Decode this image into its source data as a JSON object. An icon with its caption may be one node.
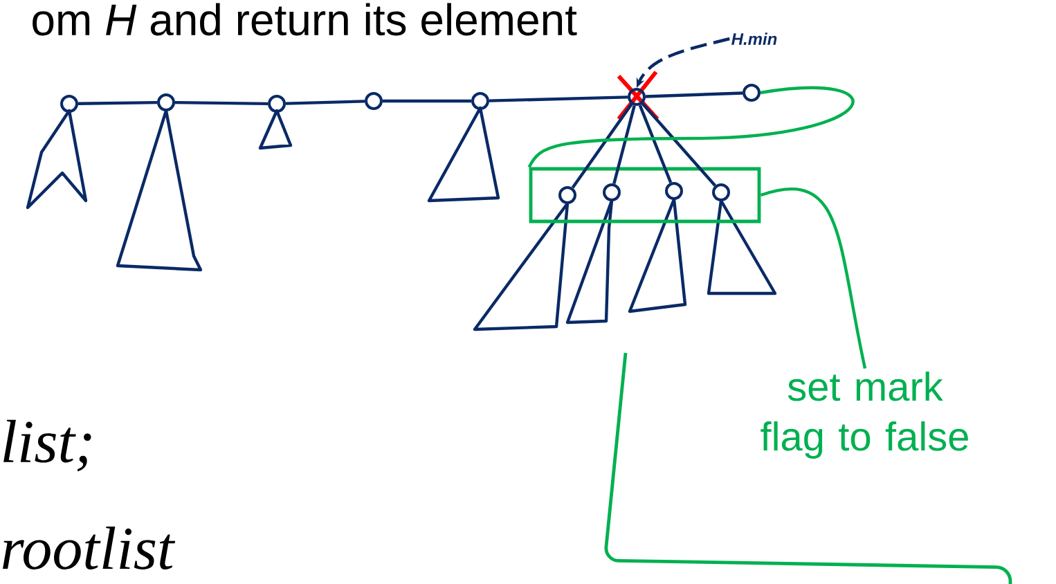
{
  "diagram": {
    "nodes": [
      {
        "text": [],
        "shape": "circle"
      },
      {
        "text": [],
        "shape": "circle"
      },
      {
        "text": [],
        "shape": "circle"
      },
      {
        "text": [],
        "shape": "circle"
      },
      {
        "text": [],
        "shape": "circle"
      },
      {
        "text": [],
        "shape": "circle"
      },
      {
        "text": [],
        "shape": "circle"
      },
      {
        "text": [],
        "shape": "box"
      },
      {
        "text": [],
        "shape": "circle",
        "in": 7
      },
      {
        "text": [],
        "shape": "circle",
        "in": 7
      },
      {
        "text": [],
        "shape": "circle",
        "in": 7
      },
      {
        "text": [],
        "shape": "circle",
        "in": 7
      },
      {
        "text": [
          "H.min"
        ]
      },
      {
        "text": [
          "set mark flag to false"
        ]
      }
    ],
    "edges": [
      {
        "from": 0,
        "to": 1,
        "arrow": "none"
      },
      {
        "from": 1,
        "to": 2,
        "arrow": "none"
      },
      {
        "from": 2,
        "to": 3,
        "arrow": "none"
      },
      {
        "from": 3,
        "to": 4,
        "arrow": "none"
      },
      {
        "from": 4,
        "to": 5,
        "arrow": "none"
      },
      {
        "from": 5,
        "to": 6,
        "arrow": "none"
      },
      {
        "from": 5,
        "to": 8,
        "arrow": "none"
      },
      {
        "from": 5,
        "to": 9,
        "arrow": "none"
      },
      {
        "from": 5,
        "to": 10,
        "arrow": "none"
      },
      {
        "from": 5,
        "to": 11,
        "arrow": "none"
      },
      {
        "from": 12,
        "to": 5,
        "arrow": "to",
        "style": "dashed"
      },
      {
        "from": 6,
        "to": 7,
        "arrow": "none",
        "color": "#00b050"
      },
      {
        "from": 13,
        "to": 7,
        "arrow": "none",
        "color": "#00b050"
      }
    ],
    "labels": [
      "om *H* and return its element",
      "list;",
      "rootlist"
    ]
  }
}
